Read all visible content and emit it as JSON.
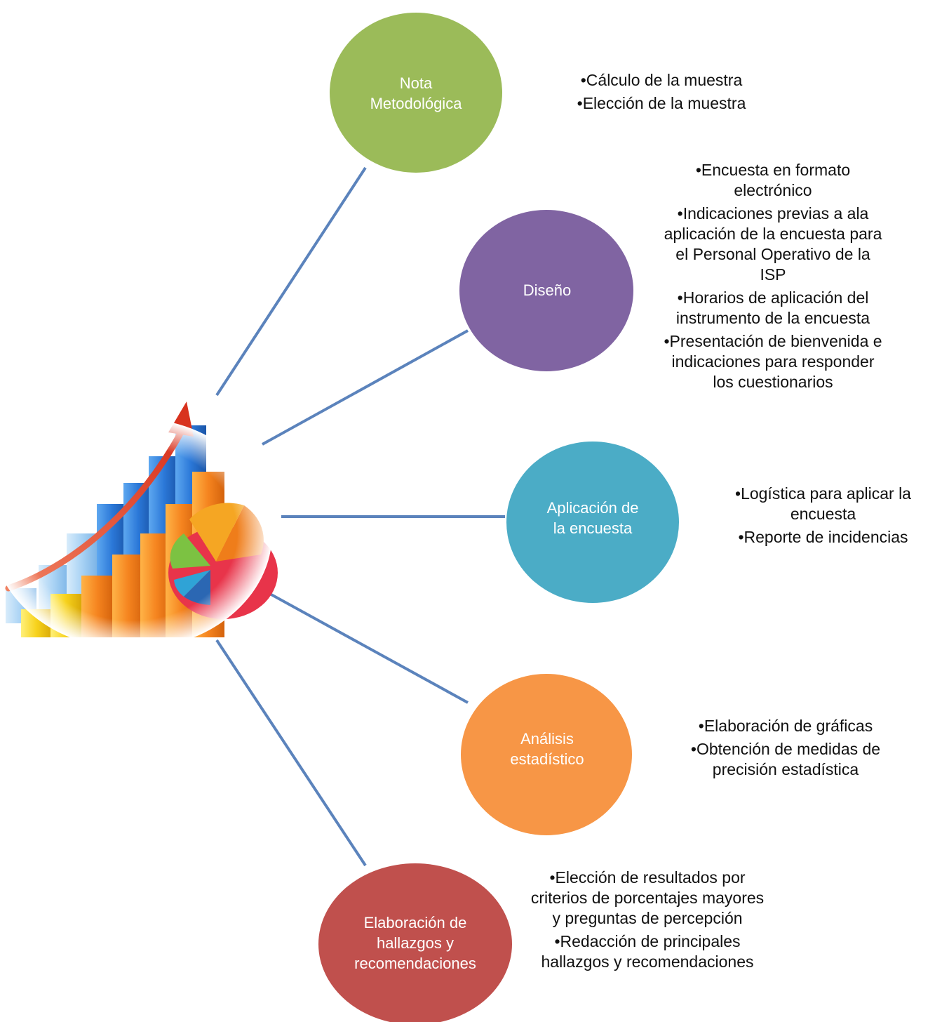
{
  "colors": {
    "connector": "#5B83BC",
    "nota": "#9BBB59",
    "diseno": "#8064A2",
    "aplicacion": "#4BACC6",
    "analisis": "#F79646",
    "hallazgos": "#C0504D"
  },
  "central_image": {
    "icon": "growth-chart-icon"
  },
  "nodes": [
    {
      "key": "nota",
      "label": "Nota\nMetodológica",
      "bullets": [
        "Cálculo de la muestra",
        "Elección de la muestra"
      ]
    },
    {
      "key": "diseno",
      "label": "Diseño",
      "bullets": [
        "Encuesta en formato\nelectrónico",
        "Indicaciones previas a ala\naplicación de la encuesta para\nel Personal Operativo de la\nISP",
        "Horarios de aplicación del\ninstrumento de la encuesta",
        "Presentación de bienvenida e\nindicaciones para responder\nlos cuestionarios"
      ]
    },
    {
      "key": "aplicacion",
      "label": "Aplicación de\nla encuesta",
      "bullets": [
        "Logística para aplicar la\nencuesta",
        "Reporte de incidencias"
      ]
    },
    {
      "key": "analisis",
      "label": "Análisis\nestadístico",
      "bullets": [
        "Elaboración de gráficas",
        "Obtención de medidas de\nprecisión estadística"
      ]
    },
    {
      "key": "hallazgos",
      "label": "Elaboración de\nhallazgos y\nrecomendaciones",
      "bullets": [
        "Elección de resultados por\ncriterios de porcentajes mayores\ny preguntas de percepción",
        "Redacción de principales\nhallazgos y recomendaciones"
      ]
    }
  ]
}
